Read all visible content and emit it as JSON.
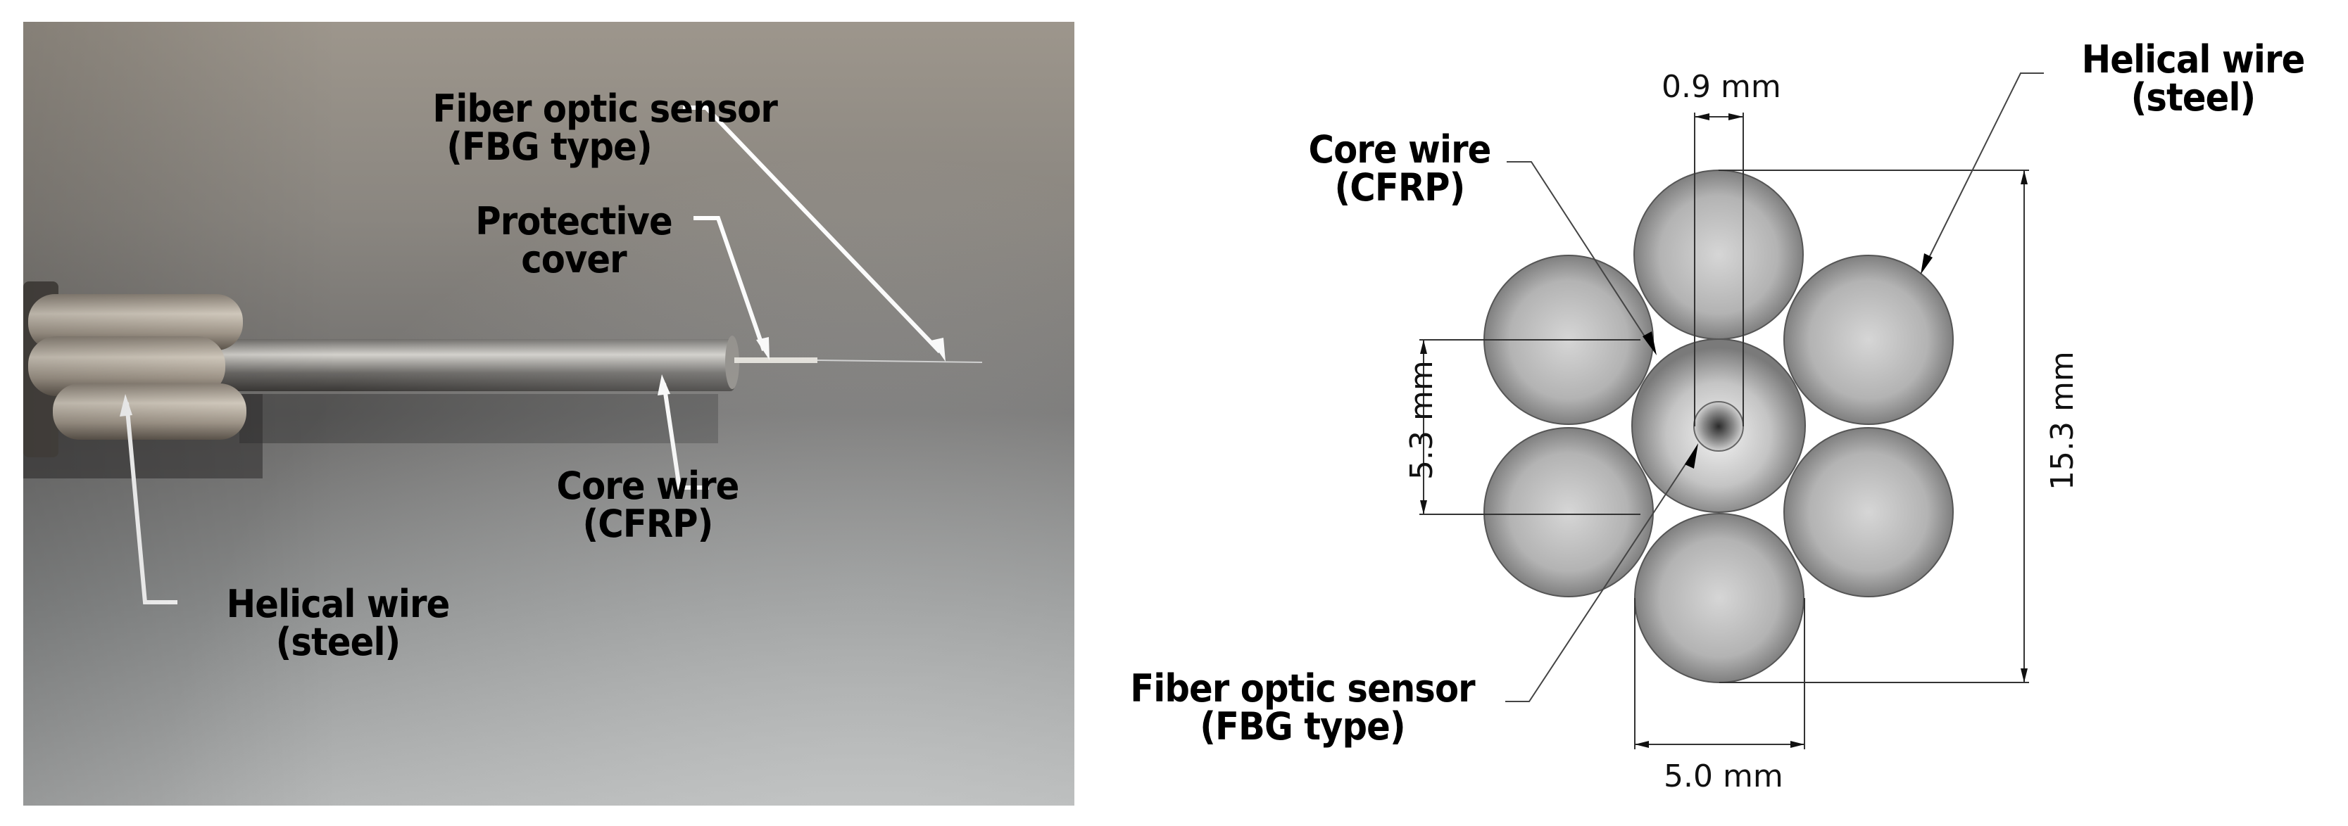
{
  "photo": {
    "labels": {
      "fiber_sensor": {
        "line1": "Fiber optic sensor",
        "line2": "(FBG type)"
      },
      "protective_cover": {
        "line1": "Protective",
        "line2": "cover"
      },
      "core_wire": {
        "line1": "Core wire",
        "line2": "(CFRP)"
      },
      "helical_wire": {
        "line1": "Helical wire",
        "line2": "(steel)"
      }
    }
  },
  "diagram": {
    "labels": {
      "core_wire": {
        "line1": "Core wire",
        "line2": "(CFRP)"
      },
      "helical_wire": {
        "line1": "Helical wire",
        "line2": "(steel)"
      },
      "fiber_sensor": {
        "line1": "Fiber optic sensor",
        "line2": "(FBG type)"
      }
    },
    "dimensions": {
      "fiber_width": "0.9 mm",
      "pitch": "5.3 mm",
      "overall_height": "15.3 mm",
      "wire_diameter": "5.0 mm"
    },
    "colors": {
      "wire_light": "#d4d4d4",
      "wire_dark": "#8a8a8a",
      "outline": "#555555",
      "dim_line": "#333333"
    }
  }
}
